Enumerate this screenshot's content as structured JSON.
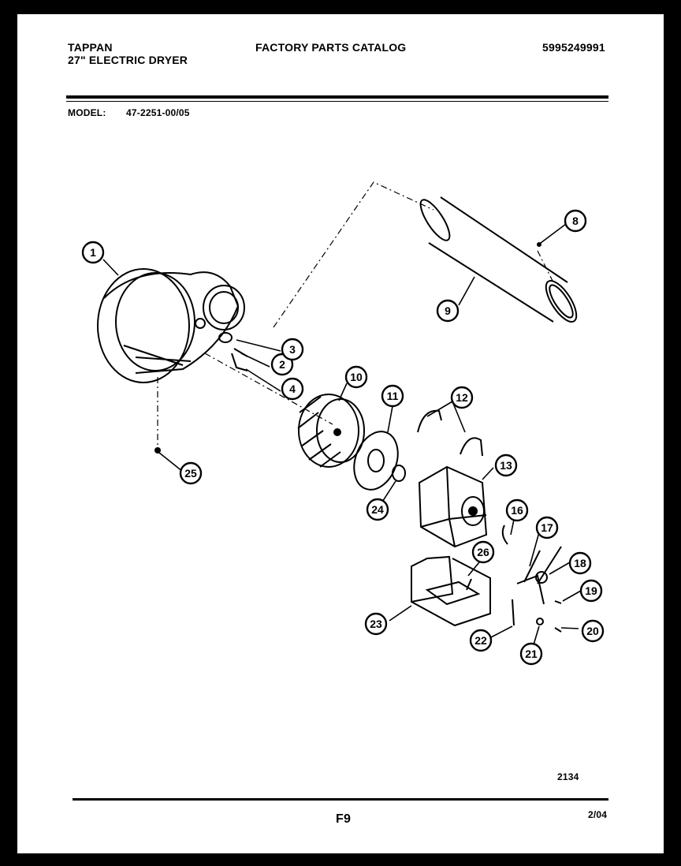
{
  "header": {
    "brand": "TAPPAN",
    "product": "27\" ELECTRIC DRYER",
    "catalog_title": "FACTORY PARTS CATALOG",
    "part_number": "5995249991"
  },
  "model": {
    "label": "MODEL:",
    "value": "47-2251-00/05"
  },
  "callouts": [
    "1",
    "2",
    "3",
    "4",
    "8",
    "9",
    "10",
    "11",
    "12",
    "13",
    "16",
    "17",
    "18",
    "19",
    "20",
    "21",
    "22",
    "23",
    "24",
    "25",
    "26"
  ],
  "footer": {
    "diagram_code": "2134",
    "page": "F9",
    "date": "2/04"
  }
}
